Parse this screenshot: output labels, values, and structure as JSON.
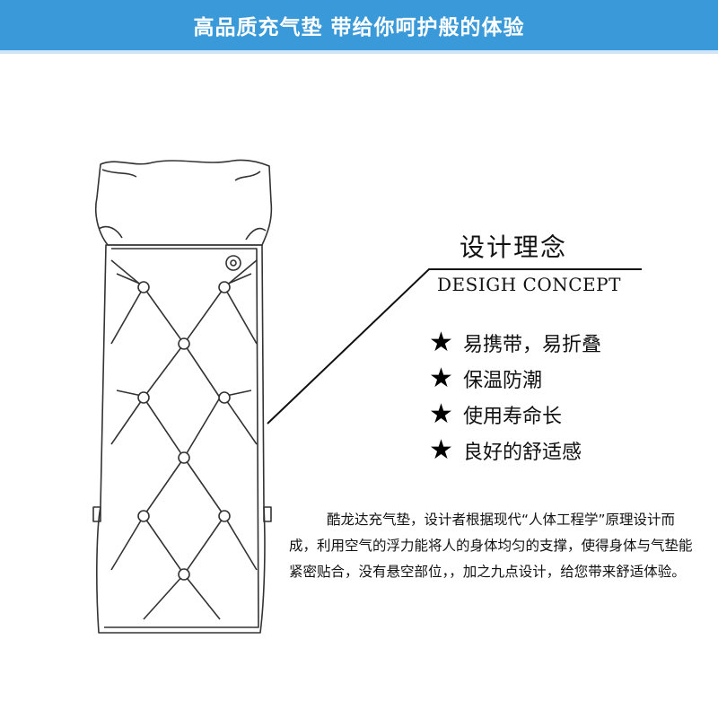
{
  "banner": {
    "title": "高品质充气垫  带给你呵护般的体验",
    "background": "#3a9ad9"
  },
  "concept": {
    "title": "设计理念",
    "subtitle": "DESIGH CONCEPT"
  },
  "features": [
    {
      "icon": "star-icon",
      "label": "易携带，易折叠"
    },
    {
      "icon": "star-icon",
      "label": "保温防潮"
    },
    {
      "icon": "star-icon",
      "label": "使用寿命长"
    },
    {
      "icon": "star-icon",
      "label": "良好的舒适感"
    }
  ],
  "description": "酷龙达充气垫，设计者根据现代“人体工程学”原理设计而成，利用空气的浮力能将人的身体均匀的支撑，使得身体与气垫能紧密贴合，没有悬空部位，，加之九点设计，给您带来舒适体验。"
}
